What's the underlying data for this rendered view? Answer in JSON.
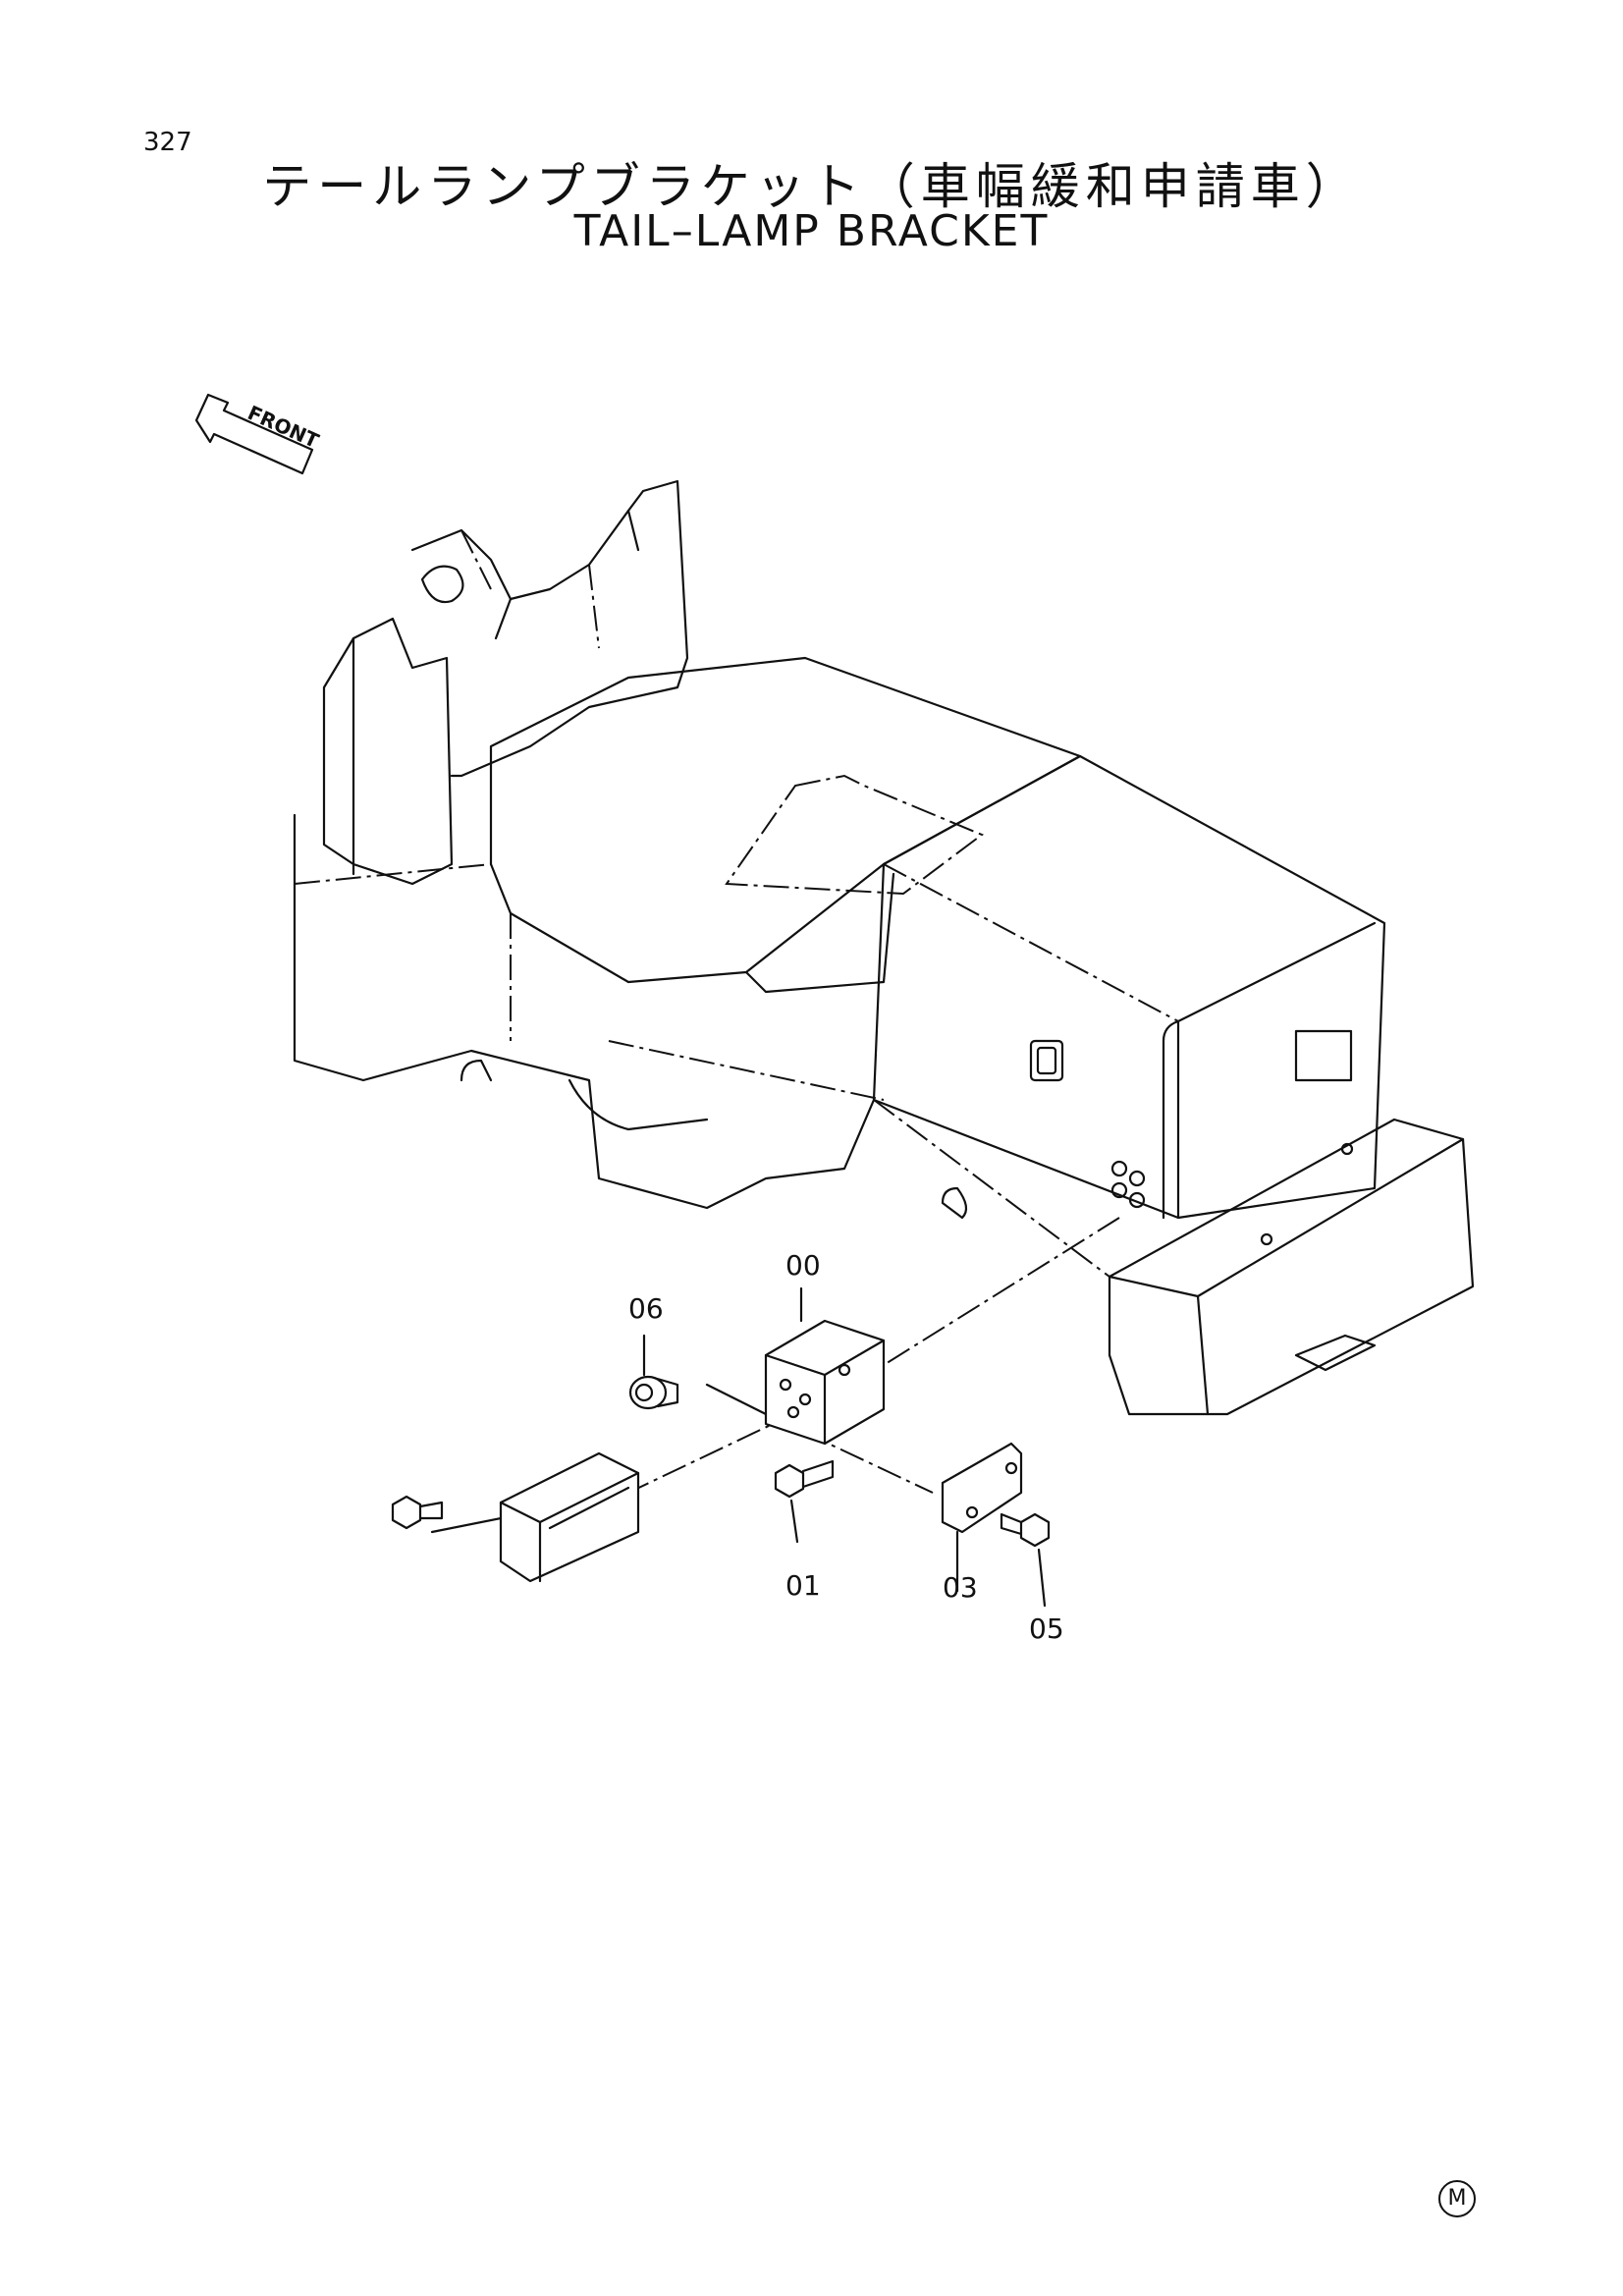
{
  "header": {
    "page_number": "327",
    "title_jp": "テールランプブラケット（車幅緩和申請車）",
    "title_en": "TAIL–LAMP  BRACKET"
  },
  "front_arrow": {
    "label": "FRONT"
  },
  "parts": {
    "p00": "00",
    "p01": "01",
    "p03": "03",
    "p05": "05",
    "p06": "06"
  },
  "footer": {
    "mark": "M"
  }
}
